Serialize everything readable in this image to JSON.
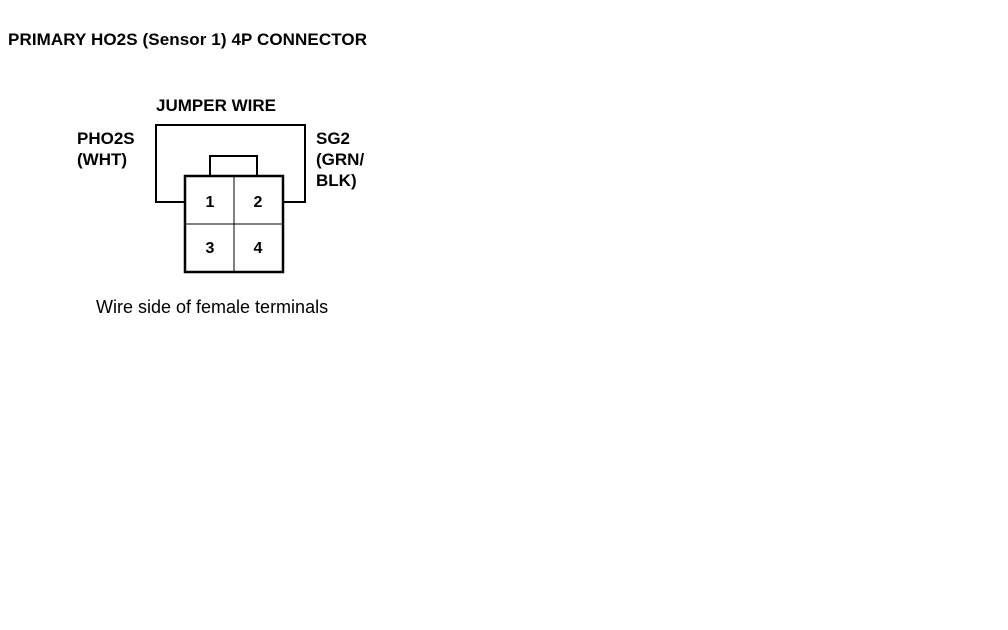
{
  "title": "PRIMARY HO2S (Sensor 1) 4P CONNECTOR",
  "diagram": {
    "jumper_label": "JUMPER WIRE",
    "left_terminal": {
      "name": "PHO2S",
      "color": "(WHT)"
    },
    "right_terminal": {
      "name": "SG2",
      "color_line1": "(GRN/",
      "color_line2": "BLK)"
    },
    "pins": [
      "1",
      "2",
      "3",
      "4"
    ],
    "caption": "Wire side of female terminals"
  },
  "colors": {
    "line": "#000000",
    "background": "#ffffff"
  }
}
